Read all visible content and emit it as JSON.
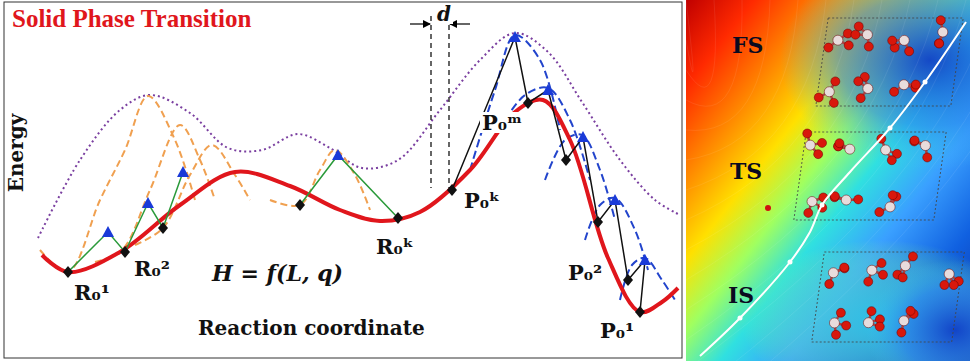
{
  "diagram": {
    "title": "Solid Phase Transition",
    "labels": [
      "Energy",
      "d",
      "R₀¹",
      "R₀²",
      "R₀ᵏ",
      "P₀ᵏ",
      "P₀ᵐ",
      "P₀²",
      "P₀¹",
      "H = f(L, q)",
      "Reaction coordinate",
      "FS",
      "TS",
      "IS"
    ]
  }
}
